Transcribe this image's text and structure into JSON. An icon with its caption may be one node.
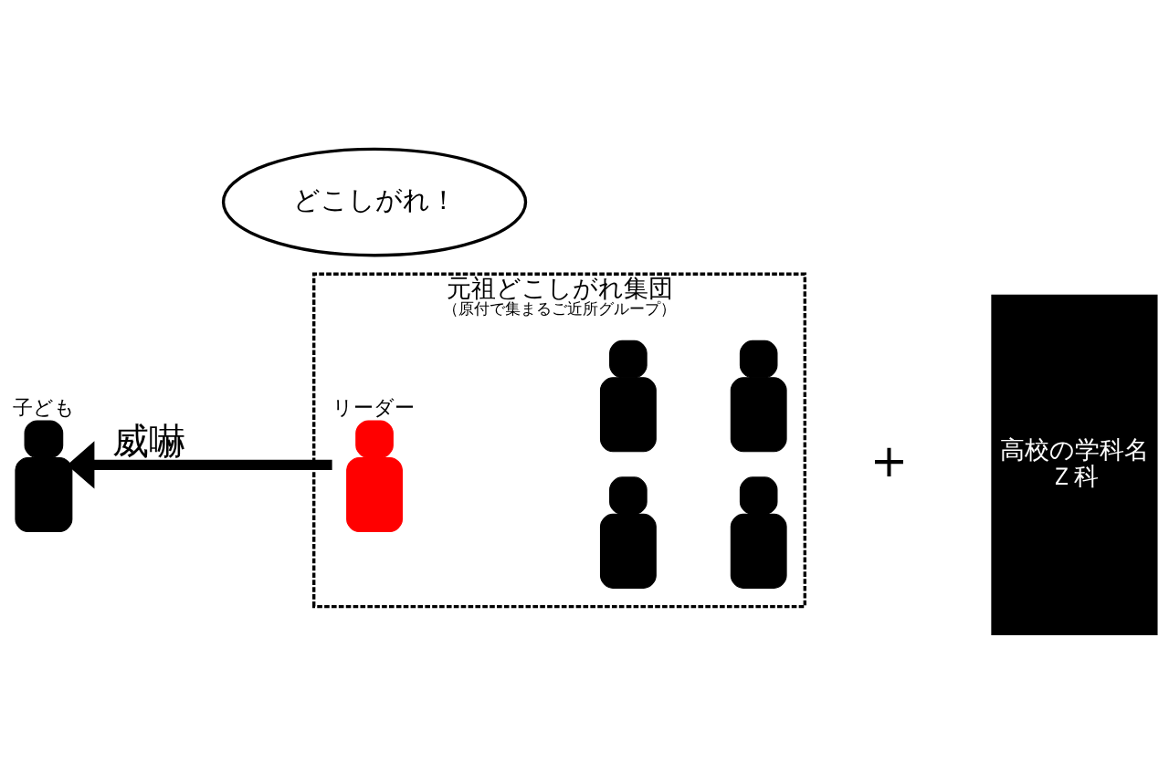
{
  "diagram": {
    "nodes": [
      {
        "text": [
          "子ども"
        ]
      },
      {
        "text": [
          "どこしがれ！"
        ]
      },
      {
        "text": [
          "元祖どこしがれ集団",
          "（原付で集まるご近所グループ）"
        ]
      },
      {
        "text": [
          "リーダー"
        ],
        "in": 2
      },
      {
        "text": [],
        "shape": "person",
        "in": 2
      },
      {
        "text": [],
        "shape": "person",
        "in": 2
      },
      {
        "text": [],
        "shape": "person",
        "in": 2
      },
      {
        "text": [],
        "shape": "person",
        "in": 2
      },
      {
        "text": [
          "高校の学科名",
          "Ｚ科"
        ]
      }
    ],
    "edges": [
      {
        "from": 3,
        "to": 0,
        "arrow": "to",
        "label": "威嚇"
      }
    ],
    "labels": [
      "+"
    ]
  }
}
